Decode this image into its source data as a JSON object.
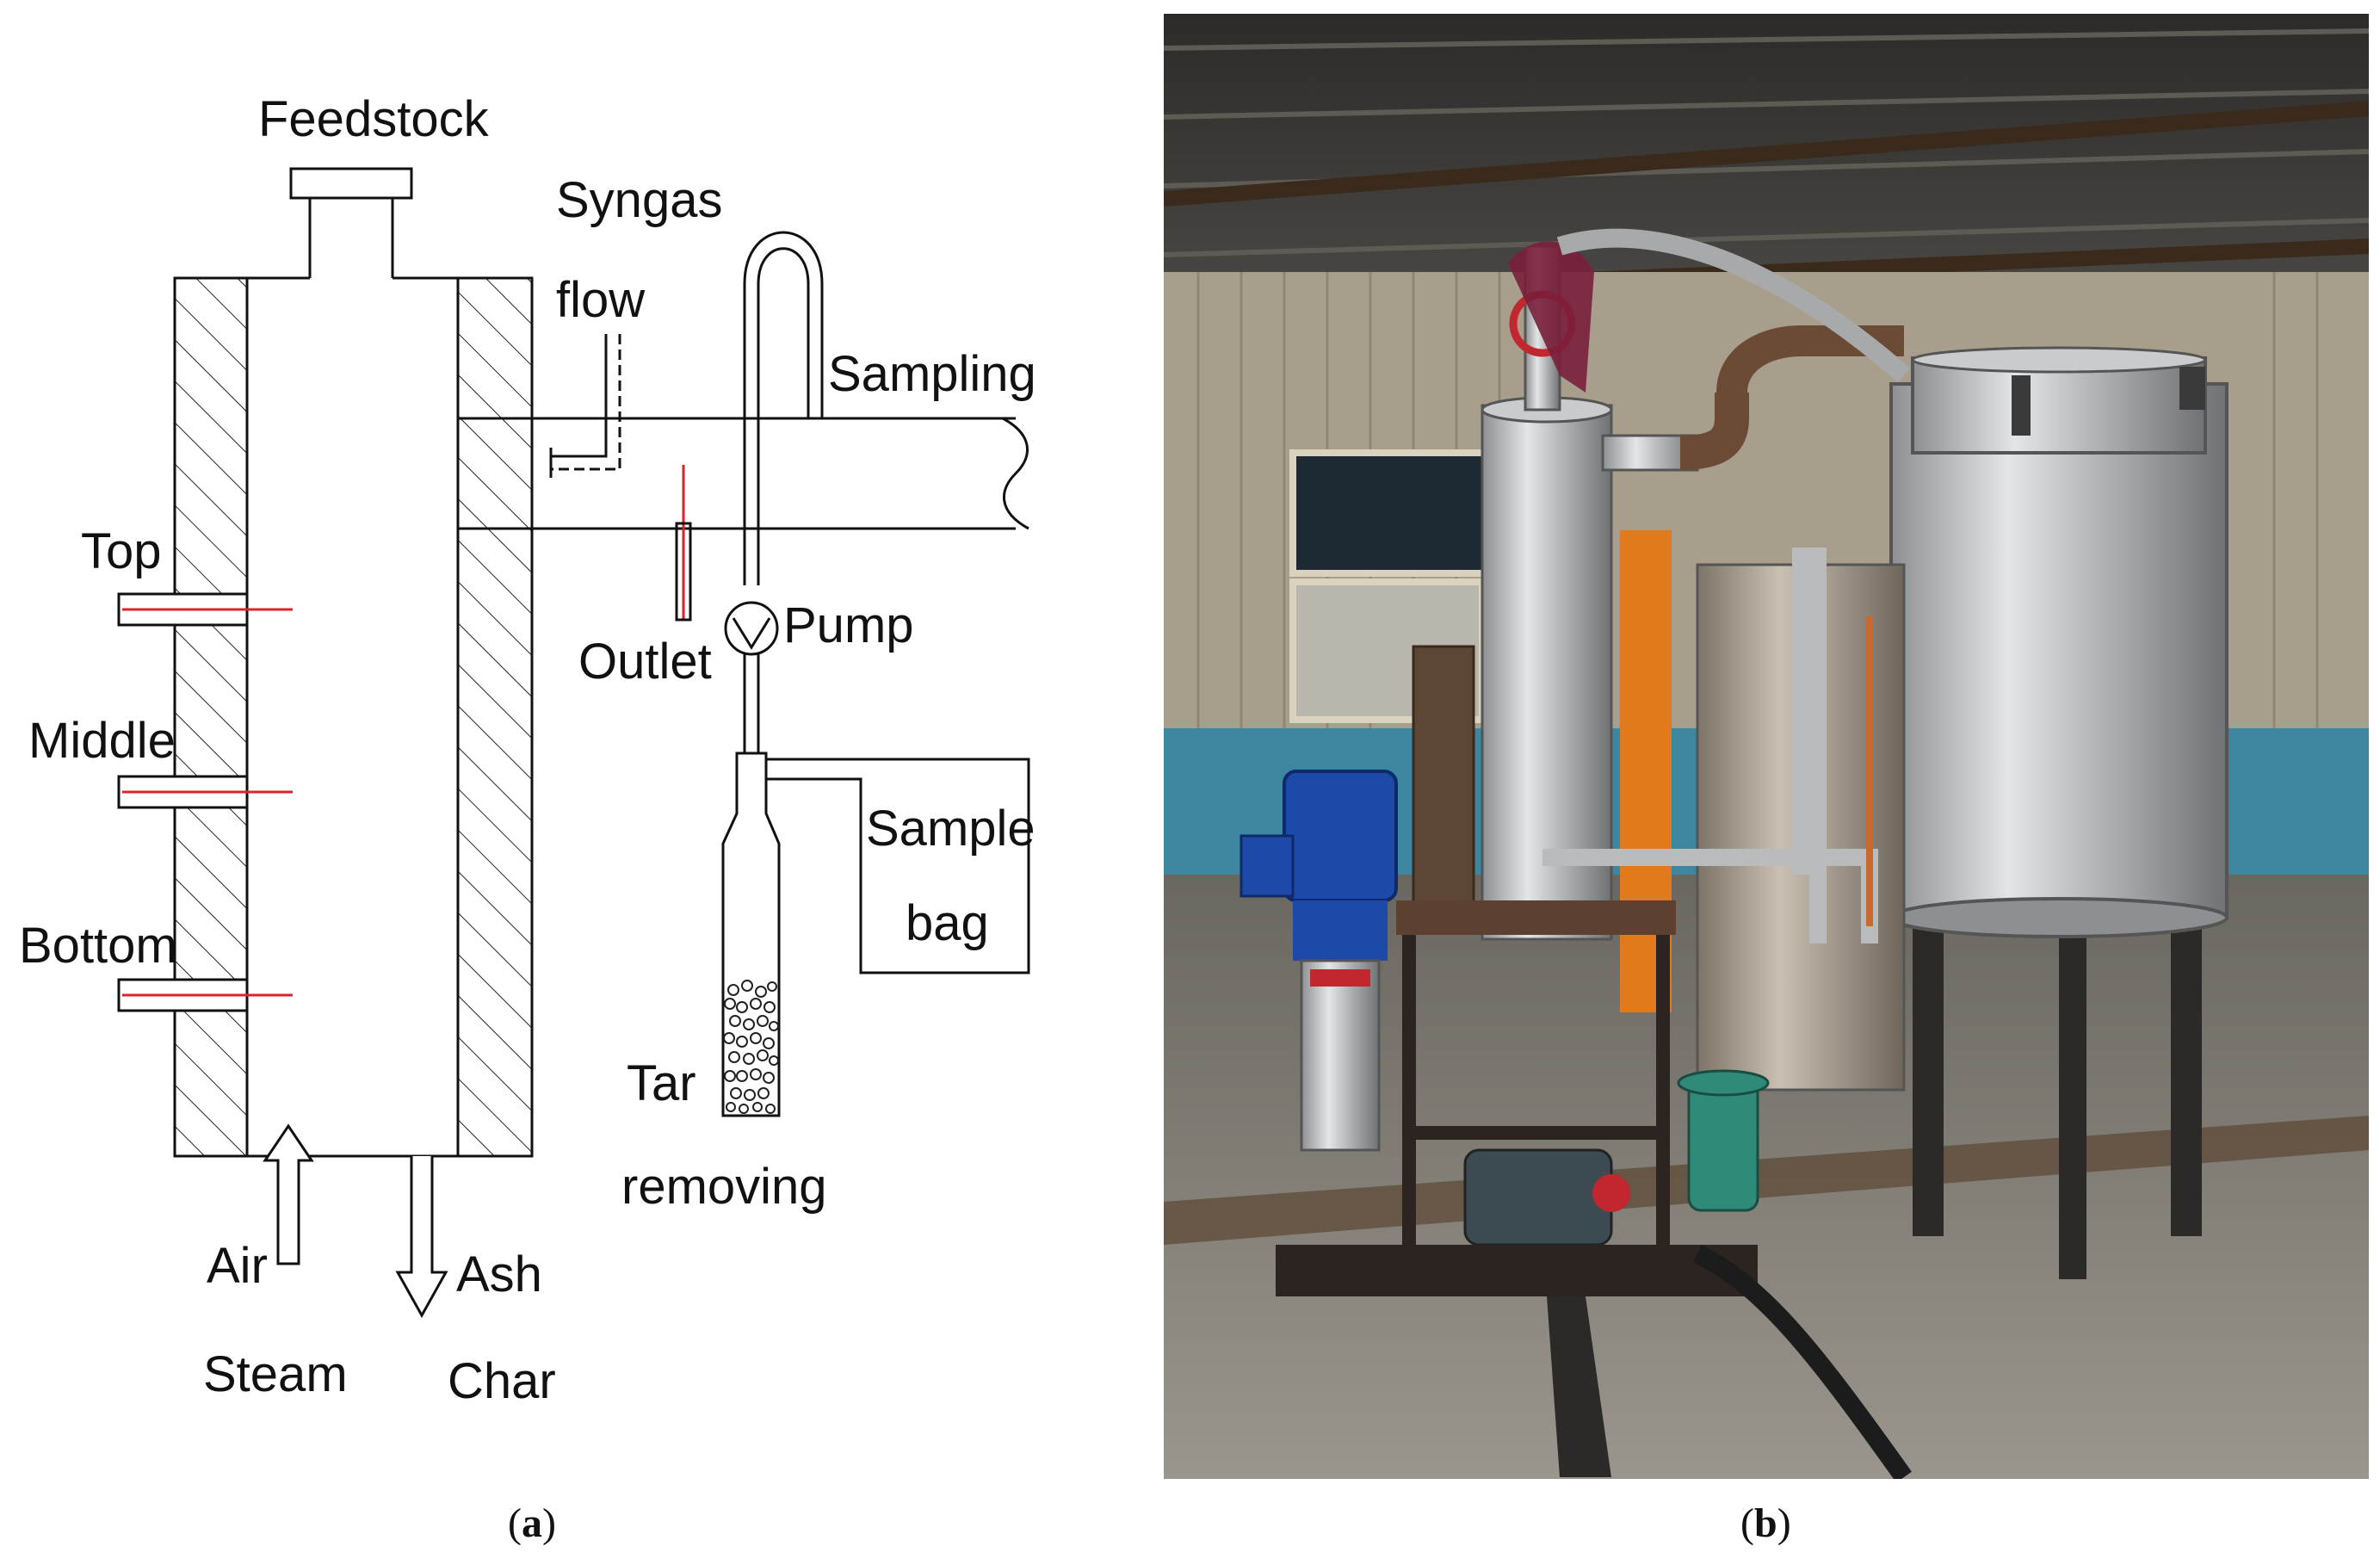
{
  "panel_a": {
    "labels": {
      "feedstock": "Feedstock",
      "syngas": "Syngas",
      "flow": "flow",
      "sampling": "Sampling",
      "top": "Top",
      "middle": "Middle",
      "bottom": "Bottom",
      "outlet": "Outlet",
      "pump": "Pump",
      "sample": "Sample",
      "bag": "bag",
      "tar": "Tar",
      "removing": "removing",
      "air": "Air",
      "steam": "Steam",
      "ash": "Ash",
      "char": "Char"
    },
    "caption": {
      "open": "(",
      "letter": "a",
      "close": ")"
    }
  },
  "panel_b": {
    "caption": {
      "open": "(",
      "letter": "b",
      "close": ")"
    }
  }
}
